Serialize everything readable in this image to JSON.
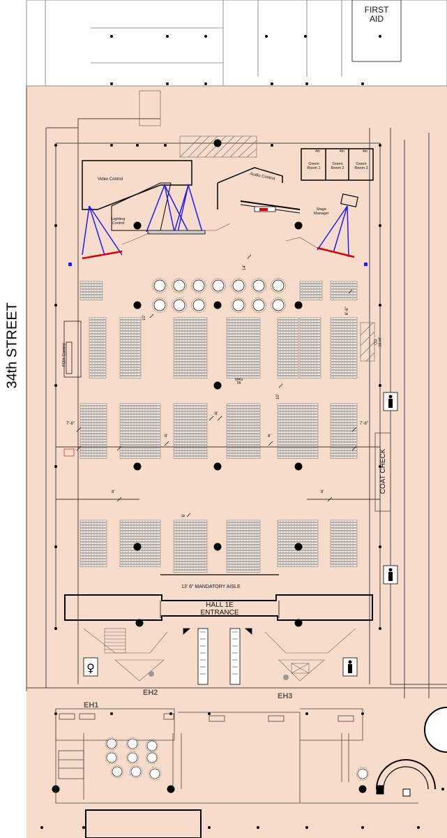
{
  "labels": {
    "first_aid": "FIRST\nAID",
    "street": "34th STREET",
    "video_control": "Video Control",
    "audio_control": "Audio Control",
    "lighting_control": "Lighting\nControl",
    "stage_manager": "Stage\nManager",
    "green_room_1": "Green\nRoom 1",
    "green_room_2": "Green\nRoom 2",
    "green_room_3": "Green\nRoom 3",
    "green_room_size": "4m",
    "foh_control": "FOH Control",
    "coat_check": "COAT CHECK",
    "od": "OD\n16'x9'",
    "mandatory_aisle": "13' 6\" MANDATORY AISLE",
    "entrance": "HALL 1E\nENTRANCE",
    "eh1": "EH1",
    "eh2": "EH2",
    "eh3": "EH3",
    "mag": "MAG\n5ft"
  },
  "dims": {
    "d14": "14'",
    "d10": "10'",
    "d6_6": "6'-6\"",
    "d7_8": "7'-8\"",
    "d8": "8'",
    "d10b": "10'",
    "d6": "6'"
  },
  "colors": {
    "hall_fill": "#f8dccb",
    "wall": "#000000",
    "truss": "#1a1aff",
    "stage_edge": "#d40000",
    "column": "#000000"
  }
}
